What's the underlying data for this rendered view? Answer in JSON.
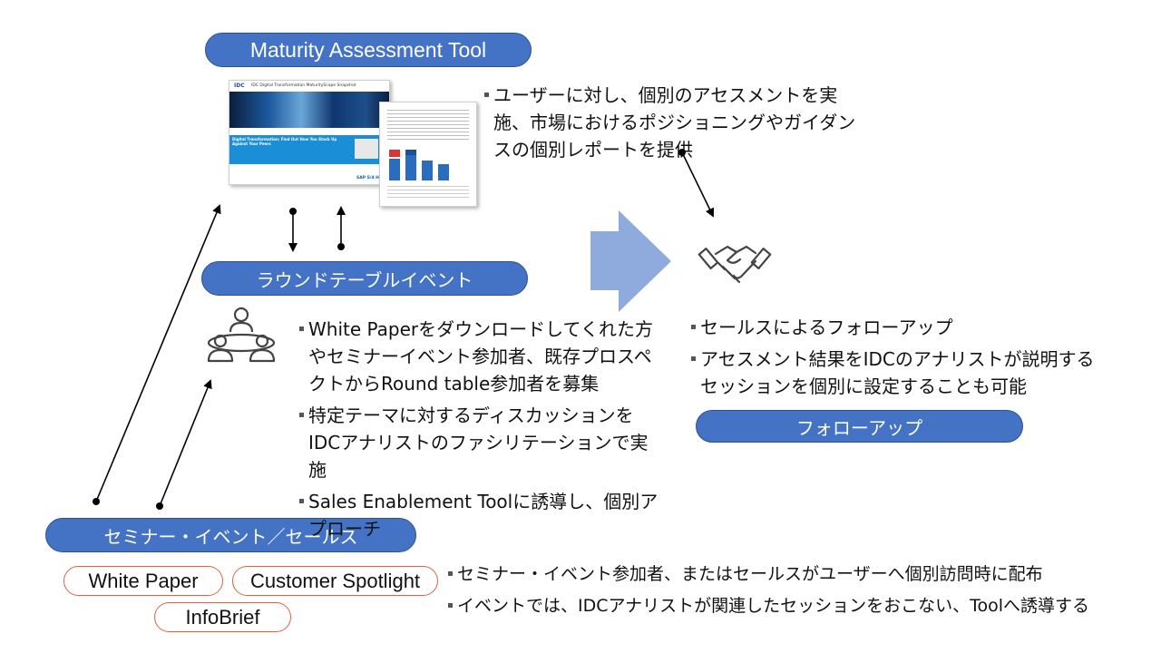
{
  "pills": {
    "maturity": "Maturity Assessment Tool",
    "roundtable": "ラウンドテーブルイベント",
    "followup": "フォローアップ",
    "seminar": "セミナー・イベント／セールス"
  },
  "tags": {
    "white_paper": "White Paper",
    "customer_spotlight": "Customer Spotlight",
    "infobrief": "InfoBrief"
  },
  "bullets": {
    "maturity": [
      "ユーザーに対し、個別のアセスメントを実施、市場におけるポジショニングやガイダンスの個別レポートを提供"
    ],
    "roundtable": [
      "White Paperをダウンロードしてくれた方やセミナーイベント参加者、既存プロスペクトからRound table参加者を募集",
      "特定テーマに対するディスカッションをIDCアナリストのファシリテーションで実施",
      "Sales Enablement Toolに誘導し、個別アプローチ"
    ],
    "followup": [
      "セールスによるフォローアップ",
      "アセスメント結果をIDCのアナリストが説明するセッションを個別に設定することも可能"
    ],
    "seminar": [
      "セミナー・イベント参加者、またはセールスがユーザーへ個別訪問時に配布",
      "イベントでは、IDCアナリストが関連したセッションをおこない、Toolへ誘導する"
    ]
  },
  "doc": {
    "brand": "IDC",
    "title": "IDC Digital Transformation MaturityScape Snapshot",
    "headline": "Digital Transformation: Find Out How You Stack Up Against Your Peers",
    "sponsor": "SAP S/4 HANA"
  },
  "colors": {
    "accent": "#4472c4",
    "accent_border": "#2f528f",
    "tag_border": "#e06040",
    "arrow": "#8faadc"
  },
  "icons": [
    "roundtable-meeting-icon",
    "handshake-icon",
    "big-right-arrow"
  ]
}
